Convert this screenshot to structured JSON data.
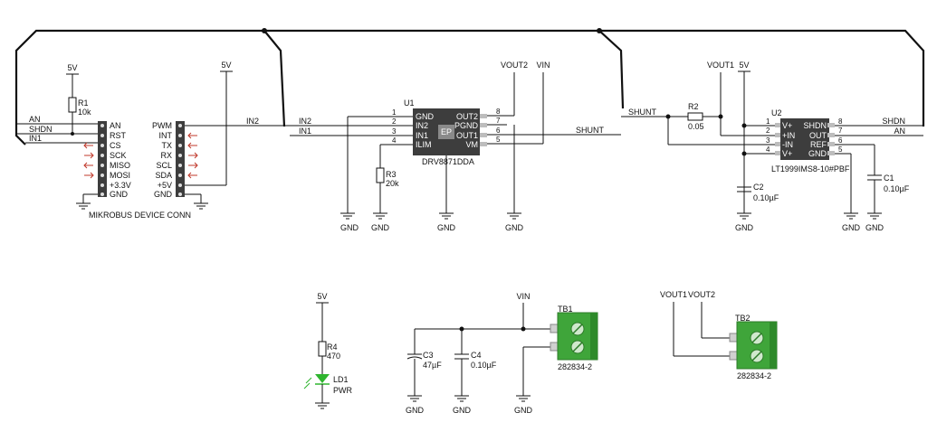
{
  "mikrobus": {
    "caption": "MIKROBUS DEVICE CONN",
    "left_pins": [
      "AN",
      "RST",
      "CS",
      "SCK",
      "MISO",
      "MOSI",
      "+3.3V",
      "GND"
    ],
    "right_pins": [
      "PWM",
      "INT",
      "TX",
      "RX",
      "SCL",
      "SDA",
      "+5V",
      "GND"
    ],
    "supply_left": "5V",
    "supply_right": "5V",
    "net_an": "AN",
    "net_shdn": "SHDN",
    "net_in1": "IN1",
    "net_in2": "IN2",
    "r1_ref": "R1",
    "r1_val": "10k"
  },
  "u1": {
    "ref": "U1",
    "part": "DRV8871DDA",
    "ep": "EP",
    "left_pins": [
      {
        "num": "1",
        "name": "GND"
      },
      {
        "num": "2",
        "name": "IN2"
      },
      {
        "num": "3",
        "name": "IN1"
      },
      {
        "num": "4",
        "name": "ILIM"
      }
    ],
    "right_pins": [
      {
        "num": "8",
        "name": "OUT2"
      },
      {
        "num": "7",
        "name": "PGND"
      },
      {
        "num": "6",
        "name": "OUT1"
      },
      {
        "num": "5",
        "name": "VM"
      }
    ],
    "net_in2": "IN2",
    "net_in1": "IN1",
    "net_vout2": "VOUT2",
    "net_vin": "VIN",
    "net_shunt": "SHUNT",
    "r3_ref": "R3",
    "r3_val": "20k"
  },
  "u2": {
    "ref": "U2",
    "part": "LT1999IMS8-10#PBF",
    "left_pins": [
      {
        "num": "1",
        "name": "V+"
      },
      {
        "num": "2",
        "name": "+IN"
      },
      {
        "num": "3",
        "name": "-IN"
      },
      {
        "num": "4",
        "name": "V+"
      }
    ],
    "right_pins": [
      {
        "num": "8",
        "name": "SHDN"
      },
      {
        "num": "7",
        "name": "OUT"
      },
      {
        "num": "6",
        "name": "REF"
      },
      {
        "num": "5",
        "name": "GND"
      }
    ],
    "net_shunt": "SHUNT",
    "net_vout1": "VOUT1",
    "net_5v": "5V",
    "net_shdn": "SHDN",
    "net_an": "AN",
    "r2_ref": "R2",
    "r2_val": "0.05",
    "c2_ref": "C2",
    "c2_val": "0.10µF",
    "c1_ref": "C1",
    "c1_val": "0.10µF"
  },
  "power_led": {
    "supply": "5V",
    "r4_ref": "R4",
    "r4_val": "470",
    "ld1_ref": "LD1",
    "ld1_val": "PWR"
  },
  "input_block": {
    "net_vin": "VIN",
    "c3_ref": "C3",
    "c3_val": "47µF",
    "c4_ref": "C4",
    "c4_val": "0.10µF",
    "tb1_ref": "TB1",
    "tb1_part": "282834-2"
  },
  "output_block": {
    "net_vout1": "VOUT1",
    "net_vout2": "VOUT2",
    "tb2_ref": "TB2",
    "tb2_part": "282834-2"
  },
  "gnd_label": "GND",
  "colors": {
    "wire": "#111111",
    "chip": "#3d3d3d",
    "terminal_block": "#3fa53a",
    "led": "#2fb52f",
    "arrow": "#c0392b"
  }
}
